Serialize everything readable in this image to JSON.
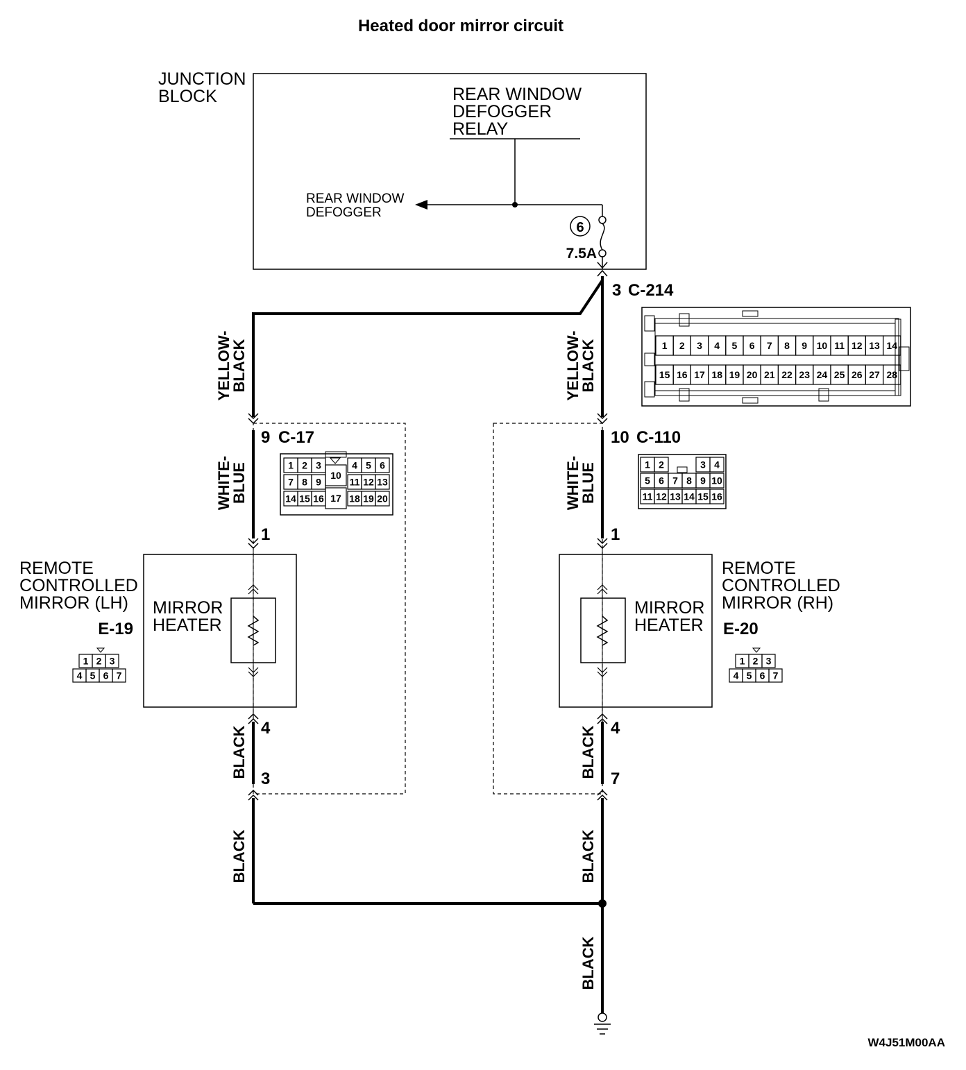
{
  "title": "Heated door mirror circuit",
  "junction_block": {
    "label_line1": "JUNCTION",
    "label_line2": "BLOCK",
    "relay_line1": "REAR WINDOW",
    "relay_line2": "DEFOGGER",
    "relay_line3": "RELAY",
    "defogger_line1": "REAR WINDOW",
    "defogger_line2": "DEFOGGER",
    "fuse_number": "6",
    "fuse_rating": "7.5A"
  },
  "connectors": {
    "c214": {
      "pin": "3",
      "code": "C-214"
    },
    "c17": {
      "pin": "9",
      "code": "C-17"
    },
    "c110": {
      "pin": "10",
      "code": "C-110"
    },
    "e19_in": "1",
    "e19_out": "4",
    "e20_in": "1",
    "e20_out": "4",
    "c17_ground": "3",
    "c110_ground": "7"
  },
  "wires": {
    "left_top": [
      "YELLOW-",
      "BLACK"
    ],
    "right_top": [
      "YELLOW-",
      "BLACK"
    ],
    "left_mid": [
      "WHITE-",
      "BLUE"
    ],
    "right_mid": [
      "WHITE-",
      "BLUE"
    ],
    "black": "BLACK"
  },
  "mirror_lh": {
    "line1": "REMOTE",
    "line2": "CONTROLLED",
    "line3": "MIRROR (LH)",
    "code": "E-19",
    "heater_line1": "MIRROR",
    "heater_line2": "HEATER"
  },
  "mirror_rh": {
    "line1": "REMOTE",
    "line2": "CONTROLLED",
    "line3": "MIRROR (RH)",
    "code": "E-20",
    "heater_line1": "MIRROR",
    "heater_line2": "HEATER"
  },
  "pinouts": {
    "c214_row1": [
      "1",
      "2",
      "3",
      "4",
      "5",
      "6",
      "7",
      "8",
      "9",
      "10",
      "11",
      "12",
      "13",
      "14"
    ],
    "c214_row2": [
      "15",
      "16",
      "17",
      "18",
      "19",
      "20",
      "21",
      "22",
      "23",
      "24",
      "25",
      "26",
      "27",
      "28"
    ],
    "c17_row1_left": [
      "1",
      "2",
      "3"
    ],
    "c17_row1_right": [
      "4",
      "5",
      "6"
    ],
    "c17_row2_left": [
      "7",
      "8",
      "9"
    ],
    "c17_row2_right": [
      "11",
      "12",
      "13"
    ],
    "c17_row3_left": [
      "14",
      "15",
      "16"
    ],
    "c17_row3_right": [
      "18",
      "19",
      "20"
    ],
    "c17_center": [
      "10",
      "17"
    ],
    "c110_row1_left": [
      "1",
      "2"
    ],
    "c110_row1_right": [
      "3",
      "4"
    ],
    "c110_row2": [
      "5",
      "6",
      "7",
      "8",
      "9",
      "10"
    ],
    "c110_row3": [
      "11",
      "12",
      "13",
      "14",
      "15",
      "16"
    ],
    "mirror_row1": [
      "1",
      "2",
      "3"
    ],
    "mirror_row2": [
      "4",
      "5",
      "6",
      "7"
    ]
  },
  "figure_code": "W4J51M00AA"
}
